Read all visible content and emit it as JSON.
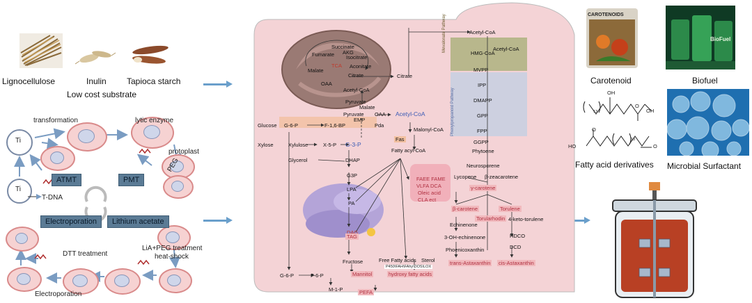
{
  "substrates": {
    "lignocellulose": "Lignocellulose",
    "inulin": "Inulin",
    "tapioca": "Tapioca starch",
    "caption": "Low cost substrate"
  },
  "transform": {
    "transformation": "transformation",
    "lytic": "lytic enzyme",
    "protoplast": "protoplast",
    "peg": "PEG",
    "ti1": "Ti",
    "ti2": "Ti",
    "tdna": "T-DNA",
    "atmt": "ATMT",
    "pmt": "PMT",
    "electroporation_box": "Electroporation",
    "lithium": "Lithium acetate",
    "lia": "LiA+PEG treatment",
    "heatshock": "heat-shock",
    "dtt": "DTT treatment",
    "electroporation": "Electroporation"
  },
  "metabolism": {
    "succinate": "Succinate",
    "akg": "AKG",
    "fumarate": "Fumarate",
    "isocitrate": "Isocitrate",
    "tca": "TCA",
    "aconitate": "Aconitate",
    "malate1": "Malate",
    "citrate1": "Citrate",
    "oaa1": "OAA",
    "acetylcoa1": "Acetyl-CoA",
    "citrate2": "Citrate",
    "pyruvate1": "Pyruvate",
    "malate2": "Malate",
    "pyruvate2": "Pyruvate",
    "oaa2": "OAA",
    "acetylcoa_blue": "Acetyl-CoA",
    "emp": "EMP",
    "glucose": "Glucose",
    "g6p": "G-6-P",
    "f16bp": "F-1,6-BP",
    "pda": "Pda",
    "malonyl": "Malonyl-CoA",
    "xylose": "Xylose",
    "xylulose": "Xylulose",
    "x5p": "X-5-P",
    "g3p_blue": "G-3-P",
    "fas": "Fas",
    "fattyacyl": "Fatty acyl-CoA",
    "glycerol": "Glycerol",
    "dhap": "DHAP",
    "g3p": "G3P",
    "lpa": "LPA",
    "pa": "PA",
    "dag": "DAG",
    "tag": "TAG",
    "faee": "FAEE FAME",
    "vlfa": "VLFA DCA",
    "oleic": "Oleic acid",
    "cla": "CLA   ect",
    "g6p2": "G-6-P",
    "f6p": "F-6-P",
    "m1p": "M-1-P",
    "fructose": "Fructose",
    "mannitol": "Mannitol",
    "pefa": "PEFA",
    "freefa": "Free Fatty acids",
    "sterol": "Sterol",
    "p450": "P450\\FAH\\FAhy\\DOS\\LOX",
    "hydroxy": "hydroxy fatty acids"
  },
  "terpenoid": {
    "acetylcoa_top": "Acetyl-CoA",
    "acetylcoa_side": "Acetyl-CoA",
    "mevalonate": "Mevalonate Pathway",
    "hmgcoa": "HMG-CoA",
    "mvpp": "MVPP",
    "ipp": "IPP",
    "methylerythritol": "Phenylpropanoid Pathway",
    "dmapp": "DMAPP",
    "gpp": "GPP",
    "fpp": "FPP",
    "ggpp": "GGPP",
    "phytoene": "Phytoene",
    "neurosporene": "Neurosporene",
    "lycopene": "Lycopene",
    "bzeacarotene": "β-zeacarotene",
    "gcarotene": "γ-carotene",
    "bcarotene": "β-carotene",
    "torulene": "Torulene",
    "torularhodin": "Torularhodin",
    "ketotorulene": "4-keto-torulene",
    "echinenone": "Echinenone",
    "ohechinenone": "3-OH-echinenone",
    "hdco": "HDCO",
    "phoenico": "Phoenicoxanthin",
    "dcd": "DCD",
    "transasta": "trans-Astaxanthin",
    "cisasta": "cis-Astaxanthin"
  },
  "products": {
    "carotenoid": "Carotenoid",
    "biofuel": "Biofuel",
    "fattyacid": "Fatty acid derivatives",
    "surfactant": "Microbial Surfactant",
    "bag_text": "CAROTENOIDS",
    "barrel_text": "BioFuel",
    "chem_oh": "OH",
    "chem_o1": "O",
    "chem_oh2": "OH",
    "chem_ho": "HO",
    "chem_o2": "O",
    "chem_o3": "O",
    "chem_n1": "13",
    "chem_n2": "13"
  },
  "colors": {
    "cell_bg": "#f6d0d2",
    "accent_arrow": "#6a9fcb",
    "box_blue": "#5b7b95",
    "tca_red": "#c0392b",
    "blue_text": "#3b5bb5"
  }
}
